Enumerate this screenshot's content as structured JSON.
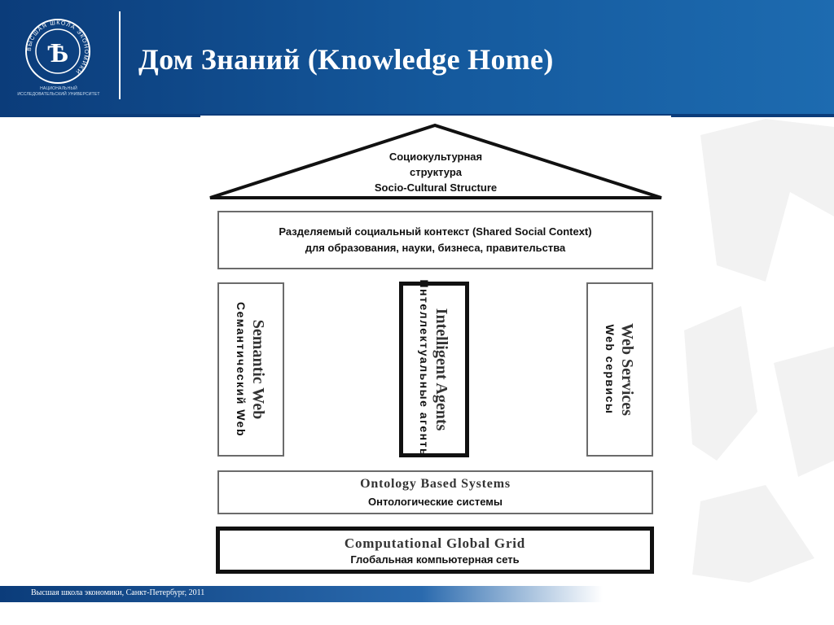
{
  "header": {
    "title": "Дом Знаний (Knowledge Home)",
    "logo_caption": "НАЦИОНАЛЬНЫЙ ИССЛЕДОВАТЕЛЬСКИЙ УНИВЕРСИТЕТ",
    "logo_ring_text": "ВЫСШАЯ ШКОЛА ЭКОНОМИКИ",
    "logo_monogram": "Ѣ"
  },
  "diagram": {
    "roof": {
      "line1": "Социокультурная",
      "line2": "структура",
      "line3": "Socio-Cultural Structure"
    },
    "context": {
      "line1": "Разделяемый социальный контекст (Shared Social Context)",
      "line2": "для образования, науки, бизнеса, правительства"
    },
    "pillars": {
      "left": {
        "en": "Semantic Web",
        "ru": "Семантический Web"
      },
      "center": {
        "en": "Intelligent Agents",
        "ru": "Интеллектуальные агенты"
      },
      "right": {
        "en": "Web Services",
        "ru": "Web сервисы"
      }
    },
    "ontology": {
      "en": "Ontology Based Systems",
      "ru": "Онтологические системы"
    },
    "grid": {
      "en": "Computational Global Grid",
      "ru": "Глобальная компьютерная сеть"
    }
  },
  "footer": {
    "text": "Высшая школа экономики, Санкт-Петербург, 2011"
  },
  "colors": {
    "header_blue": "#0b3c7a",
    "header_blue_light": "#1d6bb0",
    "diagram_border": "#111111"
  }
}
